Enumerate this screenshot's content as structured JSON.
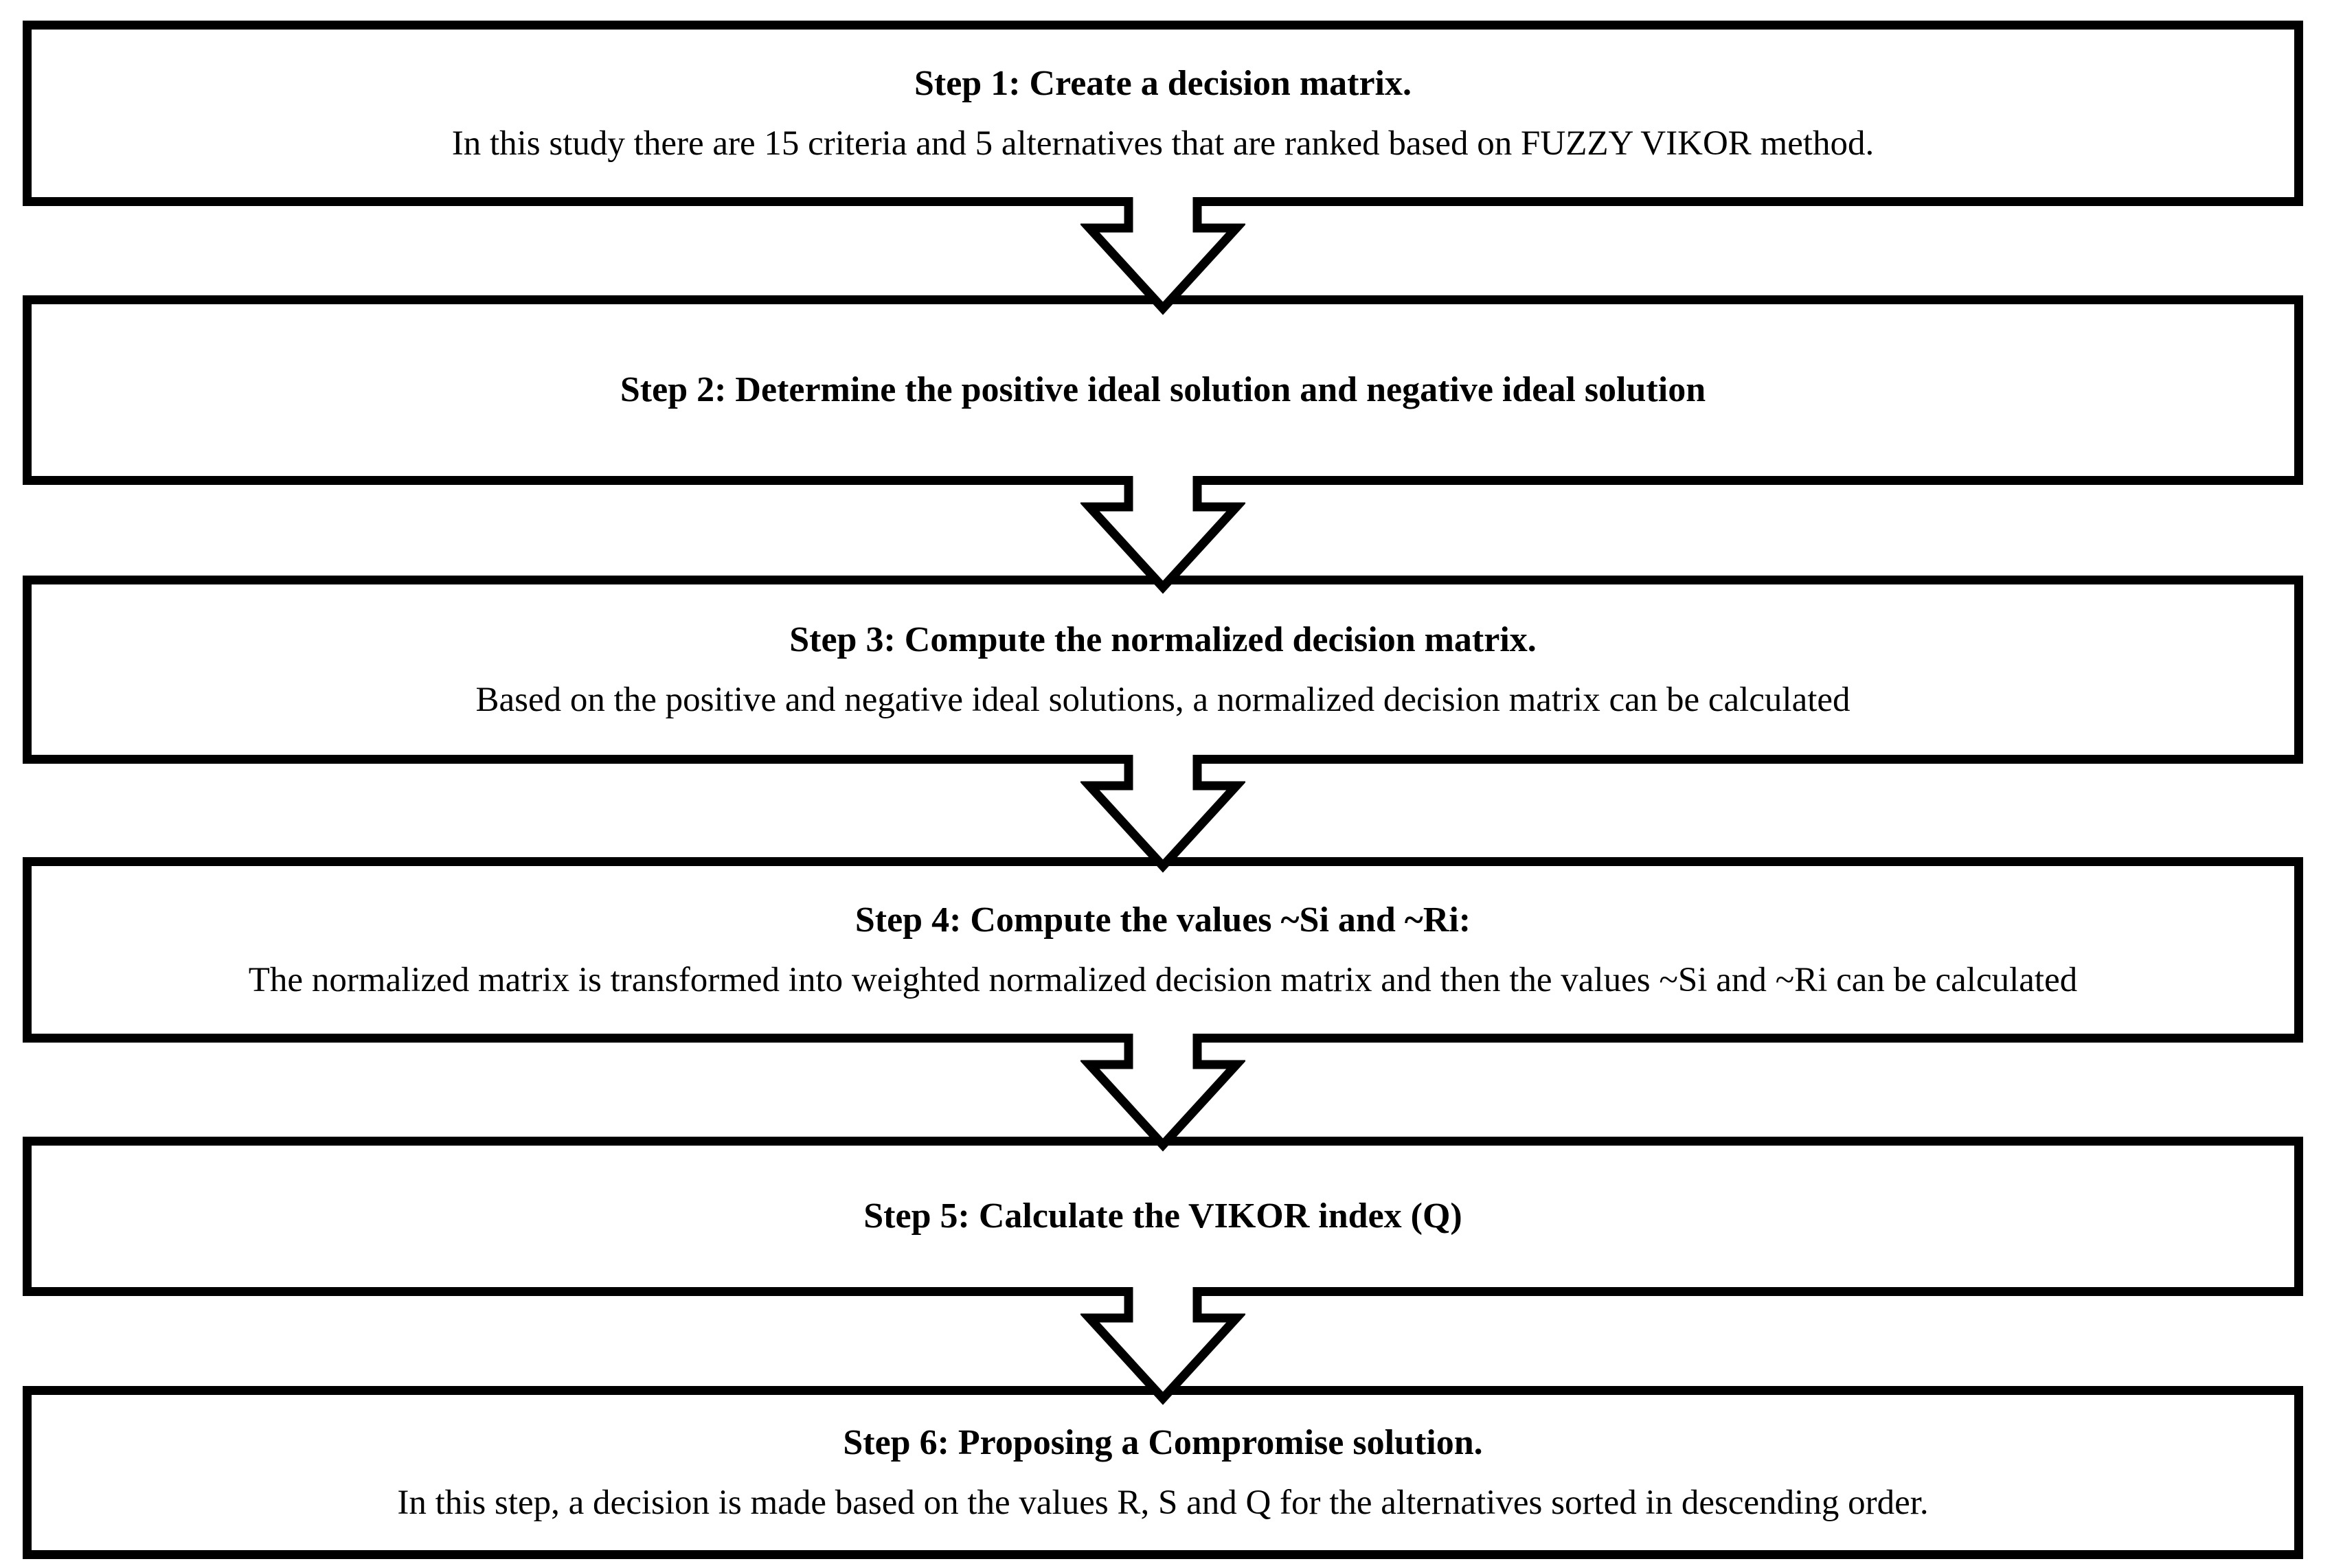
{
  "figure": {
    "type": "flowchart",
    "background_color": "#ffffff",
    "line_color": "#000000",
    "steps": [
      {
        "title": "Step 1: Create a decision matrix.",
        "body": "In this study there are 15 criteria and 5 alternatives that are ranked based on FUZZY VIKOR method."
      },
      {
        "title": "Step 2: Determine the positive ideal solution and negative ideal solution"
      },
      {
        "title": "Step 3: Compute the normalized decision matrix.",
        "body": "Based on the positive and negative ideal solutions, a normalized decision matrix can be calculated"
      },
      {
        "title": "Step 4: Compute the values ~Si and ~Ri:",
        "body": "The normalized matrix is transformed into weighted normalized decision matrix and then the values ~Si and ~Ri can be calculated"
      },
      {
        "title": "Step 5: Calculate the VIKOR index (Q)"
      },
      {
        "title": "Step 6: Proposing a Compromise solution.",
        "body": "In this step, a decision is made based on the values R, S and Q for the alternatives sorted in descending order."
      }
    ],
    "connector": "down-block-arrow"
  }
}
